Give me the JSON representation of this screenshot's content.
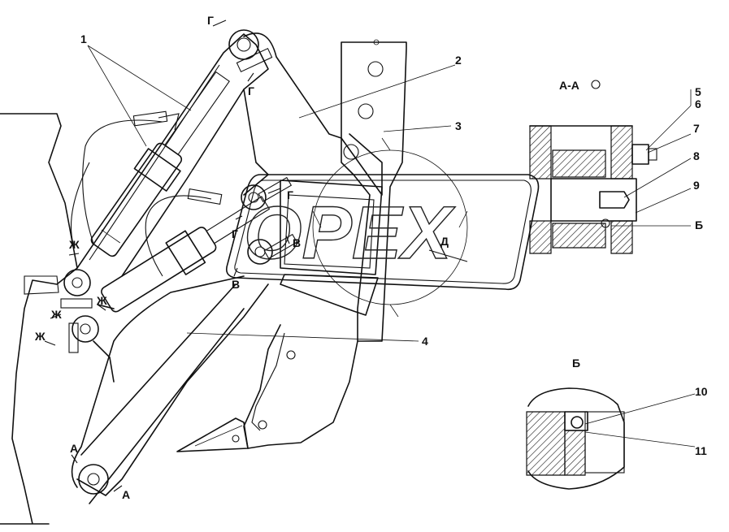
{
  "callouts": {
    "c1": "1",
    "c2": "2",
    "c3": "3",
    "c4": "4",
    "c5": "5",
    "c6": "6",
    "c7": "7",
    "c8": "8",
    "c9": "9",
    "c10": "10",
    "c11": "11"
  },
  "section_labels": {
    "aa_title": "А-А",
    "b_title": "Б",
    "b_ref": "Б"
  },
  "view_marks": {
    "g": "Г",
    "v": "В",
    "d": "Д",
    "zh": "Ж",
    "a": "А"
  },
  "watermark": "OPEX"
}
